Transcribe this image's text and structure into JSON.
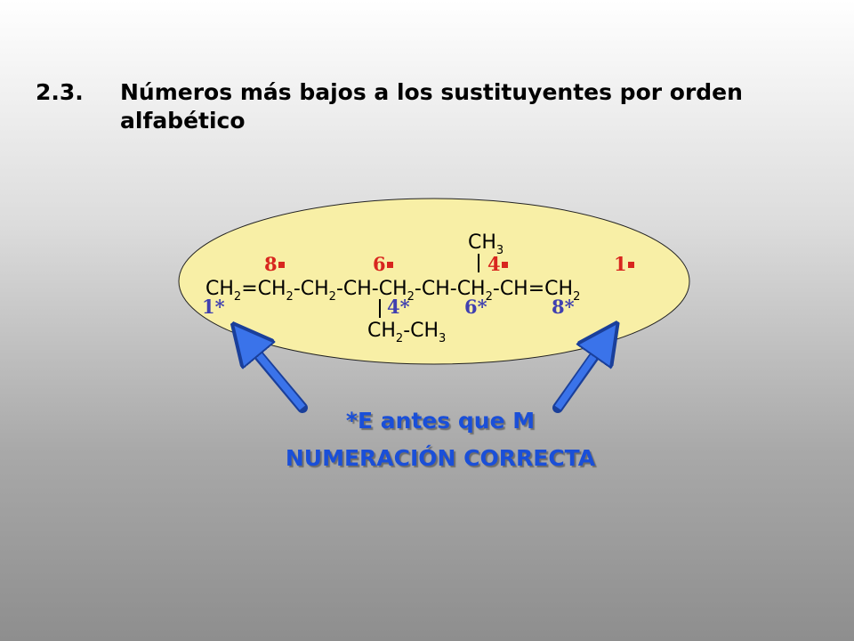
{
  "heading": {
    "number": "2.3.",
    "text": "Números más bajos a los sustituyentes por orden alfabético"
  },
  "formula": {
    "top_group": "CH",
    "top_group_sub": "3",
    "main_chain": [
      {
        "t": "CH"
      },
      {
        "s": "2"
      },
      {
        "t": "=CH"
      },
      {
        "s": "2"
      },
      {
        "t": "-CH"
      },
      {
        "s": "2"
      },
      {
        "t": "-CH-CH"
      },
      {
        "s": "2"
      },
      {
        "t": "-CH-CH"
      },
      {
        "s": "2"
      },
      {
        "t": "-CH=CH"
      },
      {
        "s": "2"
      }
    ],
    "bottom_group": [
      {
        "t": "CH"
      },
      {
        "s": "2"
      },
      {
        "t": "-CH"
      },
      {
        "s": "3"
      }
    ]
  },
  "numbering_red": [
    "8",
    "6",
    "4",
    "1"
  ],
  "numbering_blue": [
    "1*",
    "4*",
    "6*",
    "8*"
  ],
  "note": {
    "line1": "*E antes que M",
    "line2": "NUMERACIÓN CORRECTA"
  },
  "colors": {
    "ellipse_fill": "#f8efa6",
    "red_numbers": "#d8261e",
    "blue_numbers": "#4040b0",
    "arrow": "#3a73ea",
    "note_text": "#1a4fd8"
  }
}
